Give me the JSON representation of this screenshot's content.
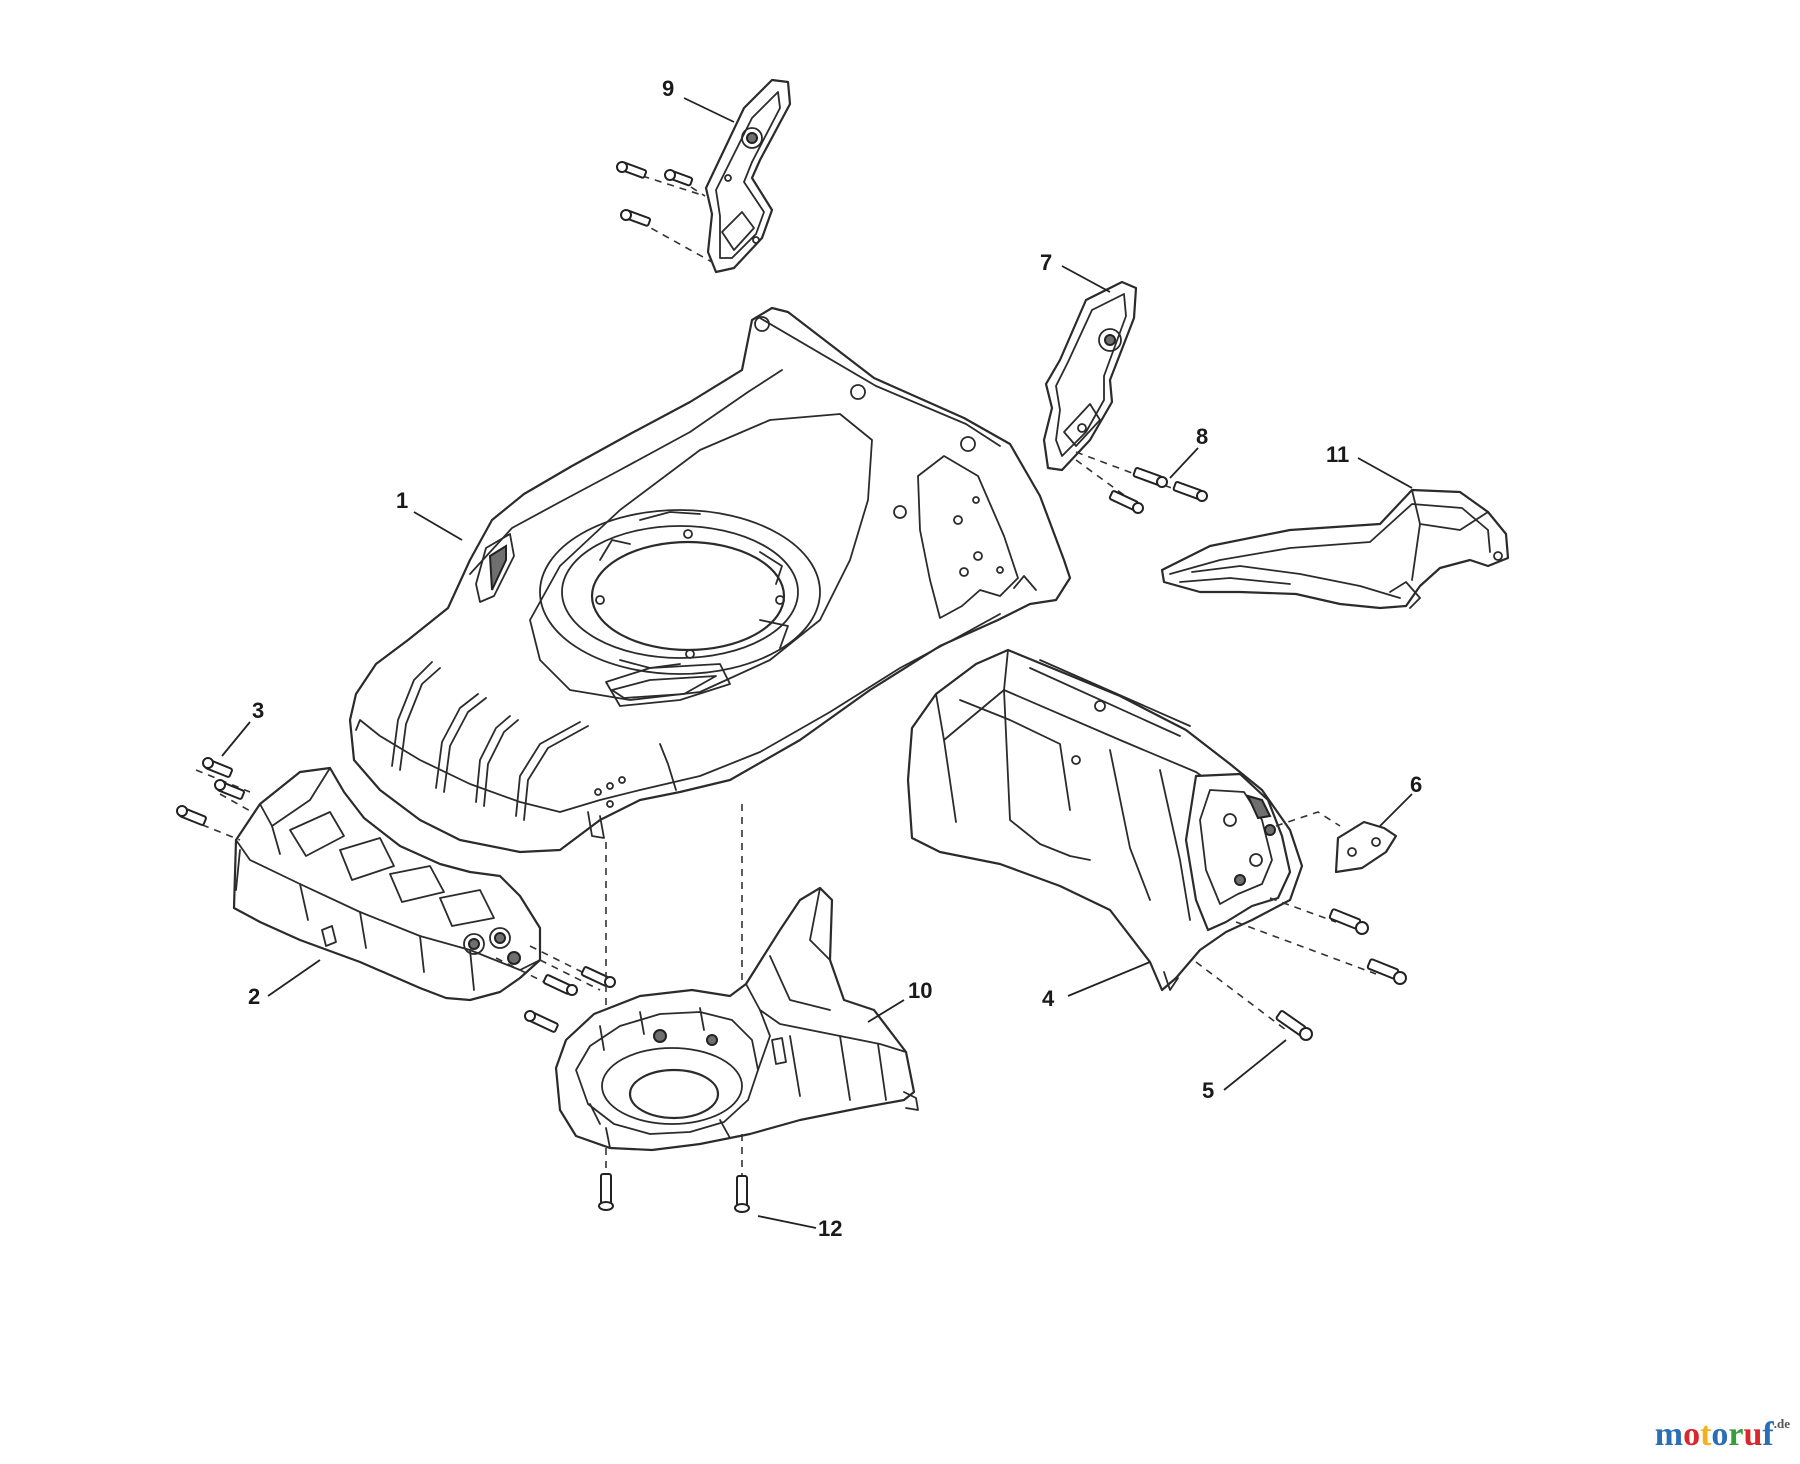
{
  "callouts": {
    "c1": "1",
    "c2": "2",
    "c3": "3",
    "c4": "4",
    "c5": "5",
    "c6": "6",
    "c7": "7",
    "c8": "8",
    "c9": "9",
    "c10": "10",
    "c11": "11",
    "c12": "12"
  },
  "watermark": {
    "letters": [
      "m",
      "o",
      "t",
      "o",
      "r",
      "u",
      "f"
    ],
    "colors": [
      "#2a6fb5",
      "#d9272e",
      "#f2b21b",
      "#2a6fb5",
      "#3a9b3c",
      "#d9272e",
      "#2a6fb5"
    ],
    "suffix": ".de"
  }
}
